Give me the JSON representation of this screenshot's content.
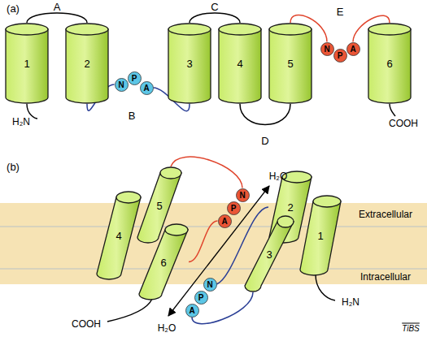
{
  "diagram": {
    "nodes": [
      {
        "text": [
          "1"
        ]
      },
      {
        "text": [
          "2"
        ]
      },
      {
        "text": [
          "N"
        ]
      },
      {
        "text": [
          "P"
        ]
      },
      {
        "text": [
          "A"
        ]
      },
      {
        "text": [
          "3"
        ]
      },
      {
        "text": [
          "4"
        ]
      },
      {
        "text": [
          "5"
        ]
      },
      {
        "text": [
          "N"
        ]
      },
      {
        "text": [
          "P"
        ]
      },
      {
        "text": [
          "A"
        ]
      },
      {
        "text": [
          "6"
        ]
      },
      {
        "text": [
          "4"
        ]
      },
      {
        "text": [
          "5"
        ]
      },
      {
        "text": [
          "6"
        ]
      },
      {
        "text": [
          "N"
        ]
      },
      {
        "text": [
          "P"
        ]
      },
      {
        "text": [
          "A"
        ]
      },
      {
        "text": [
          "2"
        ]
      },
      {
        "text": [
          "1"
        ]
      },
      {
        "text": [
          "3"
        ]
      },
      {
        "text": [
          "N"
        ]
      },
      {
        "text": [
          "P"
        ]
      },
      {
        "text": [
          "A"
        ]
      }
    ],
    "edges": [
      {
        "from": 0,
        "to": 1,
        "label": "A",
        "arrow": "none"
      },
      {
        "from": 1,
        "to": 2,
        "arrow": "none"
      },
      {
        "from": 4,
        "to": 5,
        "arrow": "none"
      },
      {
        "from": 5,
        "to": 6,
        "label": "C",
        "arrow": "none"
      },
      {
        "from": 6,
        "to": 7,
        "label": "D",
        "arrow": "none"
      },
      {
        "from": 7,
        "to": 8,
        "arrow": "none"
      },
      {
        "from": 10,
        "to": 11,
        "arrow": "none"
      },
      {
        "from": 13,
        "to": 15,
        "arrow": "none"
      },
      {
        "from": 17,
        "to": 14,
        "arrow": "none"
      },
      {
        "from": 20,
        "to": 23,
        "arrow": "none"
      },
      {
        "from": 21,
        "to": 18,
        "arrow": "none"
      }
    ],
    "labels": [
      "(a)",
      "B",
      "E",
      "H₂N",
      "COOH",
      "(b)",
      "H₂O",
      "Extracellular",
      "Intracellular",
      "H₂O",
      "COOH",
      "H₂N",
      "TiBS"
    ]
  }
}
